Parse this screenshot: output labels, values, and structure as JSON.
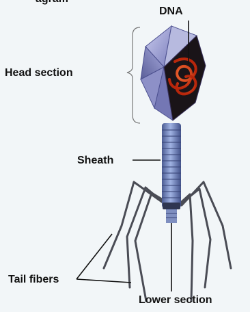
{
  "diagram": {
    "labels": {
      "top_partial": "agram",
      "dna": "DNA",
      "head_section": "Head section",
      "sheath": "Sheath",
      "tail_fibers": "Tail fibers",
      "lower_section": "Lower section"
    },
    "colors": {
      "background": "#f2f6f8",
      "capsid": "#8d8fc7",
      "capsid_dark": "#555a92",
      "dna": "#e8471c",
      "sheath": "#6f82b8",
      "fibers": "#4a4c55"
    }
  }
}
